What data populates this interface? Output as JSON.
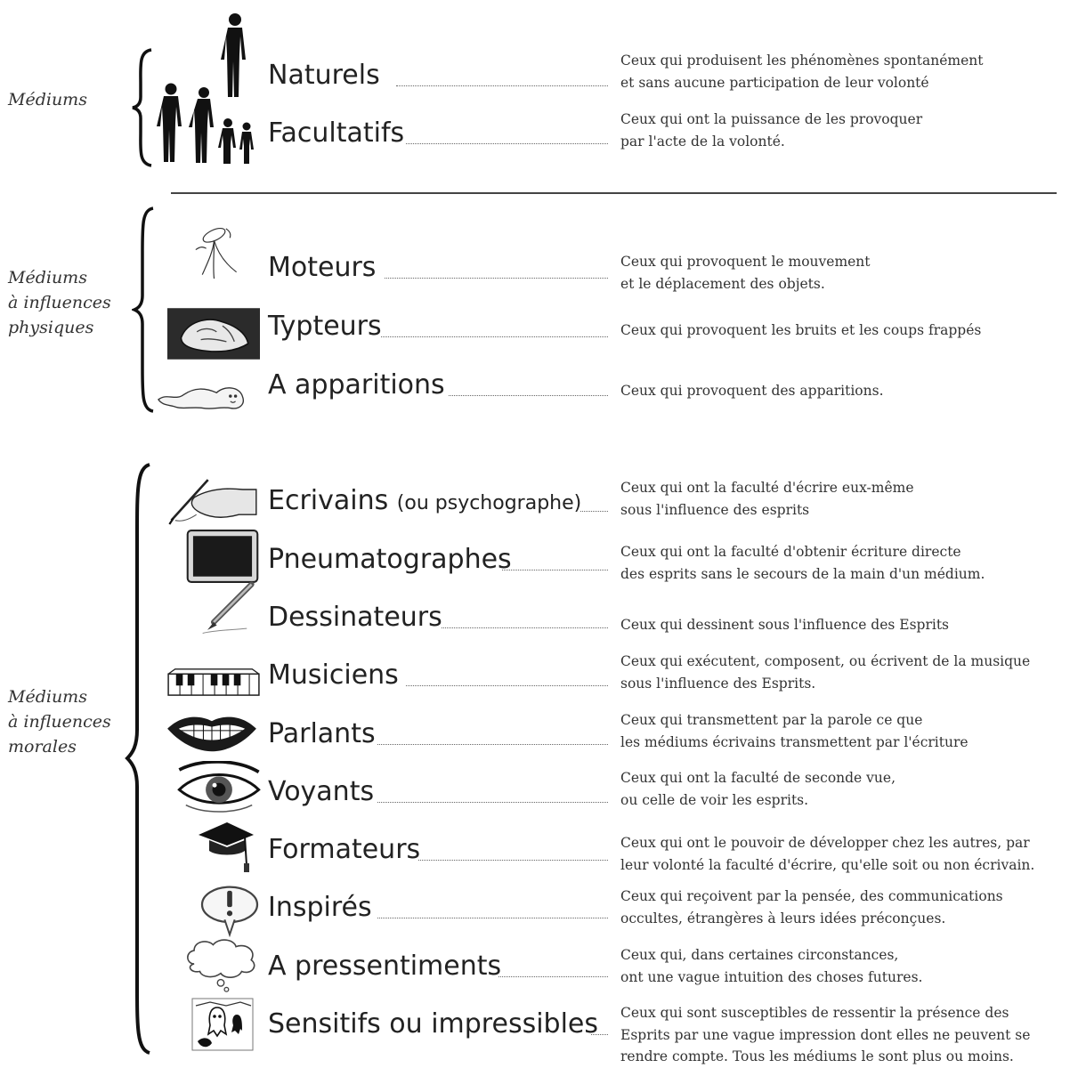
{
  "groups": [
    {
      "label_lines": [
        "Médiums"
      ],
      "rows": [
        {
          "icon": "human-family-icon",
          "name": "Naturels",
          "desc": [
            "Ceux qui produisent les phénomènes  spontanément",
            "et sans aucune participation de leur volonté"
          ]
        },
        {
          "icon": "",
          "name": "Facultatifs",
          "desc": [
            "Ceux qui ont la puissance de les provoquer",
            "par l'acte de la volonté."
          ]
        }
      ]
    },
    {
      "label_lines": [
        "Médiums",
        "à influences",
        "physiques"
      ],
      "rows": [
        {
          "icon": "floating-table-icon",
          "name": "Moteurs",
          "desc": [
            "Ceux qui provoquent le mouvement",
            "et le déplacement des objets."
          ]
        },
        {
          "icon": "knocking-hand-icon",
          "name": "Typteurs",
          "desc": [
            "Ceux qui provoquent les bruits et les coups frappés"
          ]
        },
        {
          "icon": "ghost-icon",
          "name": "A apparitions",
          "desc": [
            "Ceux qui provoquent des apparitions."
          ]
        }
      ]
    },
    {
      "label_lines": [
        "Médiums",
        "à influences",
        "morales"
      ],
      "rows": [
        {
          "icon": "writing-hand-icon",
          "name": "Ecrivains",
          "name_extra": "(ou psychographe)",
          "desc": [
            "Ceux qui ont la faculté d'écrire eux-même",
            "sous l'influence des esprits"
          ]
        },
        {
          "icon": "slate-icon",
          "name": "Pneumatographes",
          "desc": [
            "Ceux qui  ont la faculté d'obtenir écriture directe",
            "des esprits sans le secours de la main d'un médium."
          ]
        },
        {
          "icon": "pencil-icon",
          "name": "Dessinateurs",
          "desc": [
            "Ceux qui dessinent sous l'influence des Esprits"
          ]
        },
        {
          "icon": "piano-keys-icon",
          "name": "Musiciens",
          "desc": [
            "Ceux qui exécutent, composent, ou écrivent de la musique",
            "sous l'influence  des Esprits."
          ]
        },
        {
          "icon": "mouth-icon",
          "name": "Parlants",
          "desc": [
            "Ceux qui transmettent par la parole ce que",
            "les médiums écrivains transmettent par l'écriture"
          ]
        },
        {
          "icon": "eye-icon",
          "name": "Voyants",
          "desc": [
            "Ceux qui ont la faculté de seconde vue,",
            "ou celle de voir les esprits."
          ]
        },
        {
          "icon": "graduation-cap-icon",
          "name": "Formateurs",
          "desc": [
            "Ceux qui ont le pouvoir de développer chez les autres, par",
            "leur volonté la faculté d'écrire, qu'elle soit ou non écrivain."
          ]
        },
        {
          "icon": "exclamation-bubble-icon",
          "name": "Inspirés",
          "desc": [
            "Ceux qui reçoivent par la pensée, des communications",
            "occultes, étrangères à leurs idées préconçues."
          ]
        },
        {
          "icon": "thought-cloud-icon",
          "name": "A pressentiments",
          "desc": [
            "Ceux qui, dans certaines circonstances,",
            "ont une vague intuition des choses futures."
          ]
        },
        {
          "icon": "ghosts-scene-icon",
          "name": "Sensitifs ou impressibles",
          "desc": [
            "Ceux qui sont susceptibles de ressentir la présence des",
            "Esprits par une vague impression dont elles ne peuvent se",
            "rendre compte. Tous les médiums le sont plus ou moins."
          ]
        }
      ]
    }
  ]
}
